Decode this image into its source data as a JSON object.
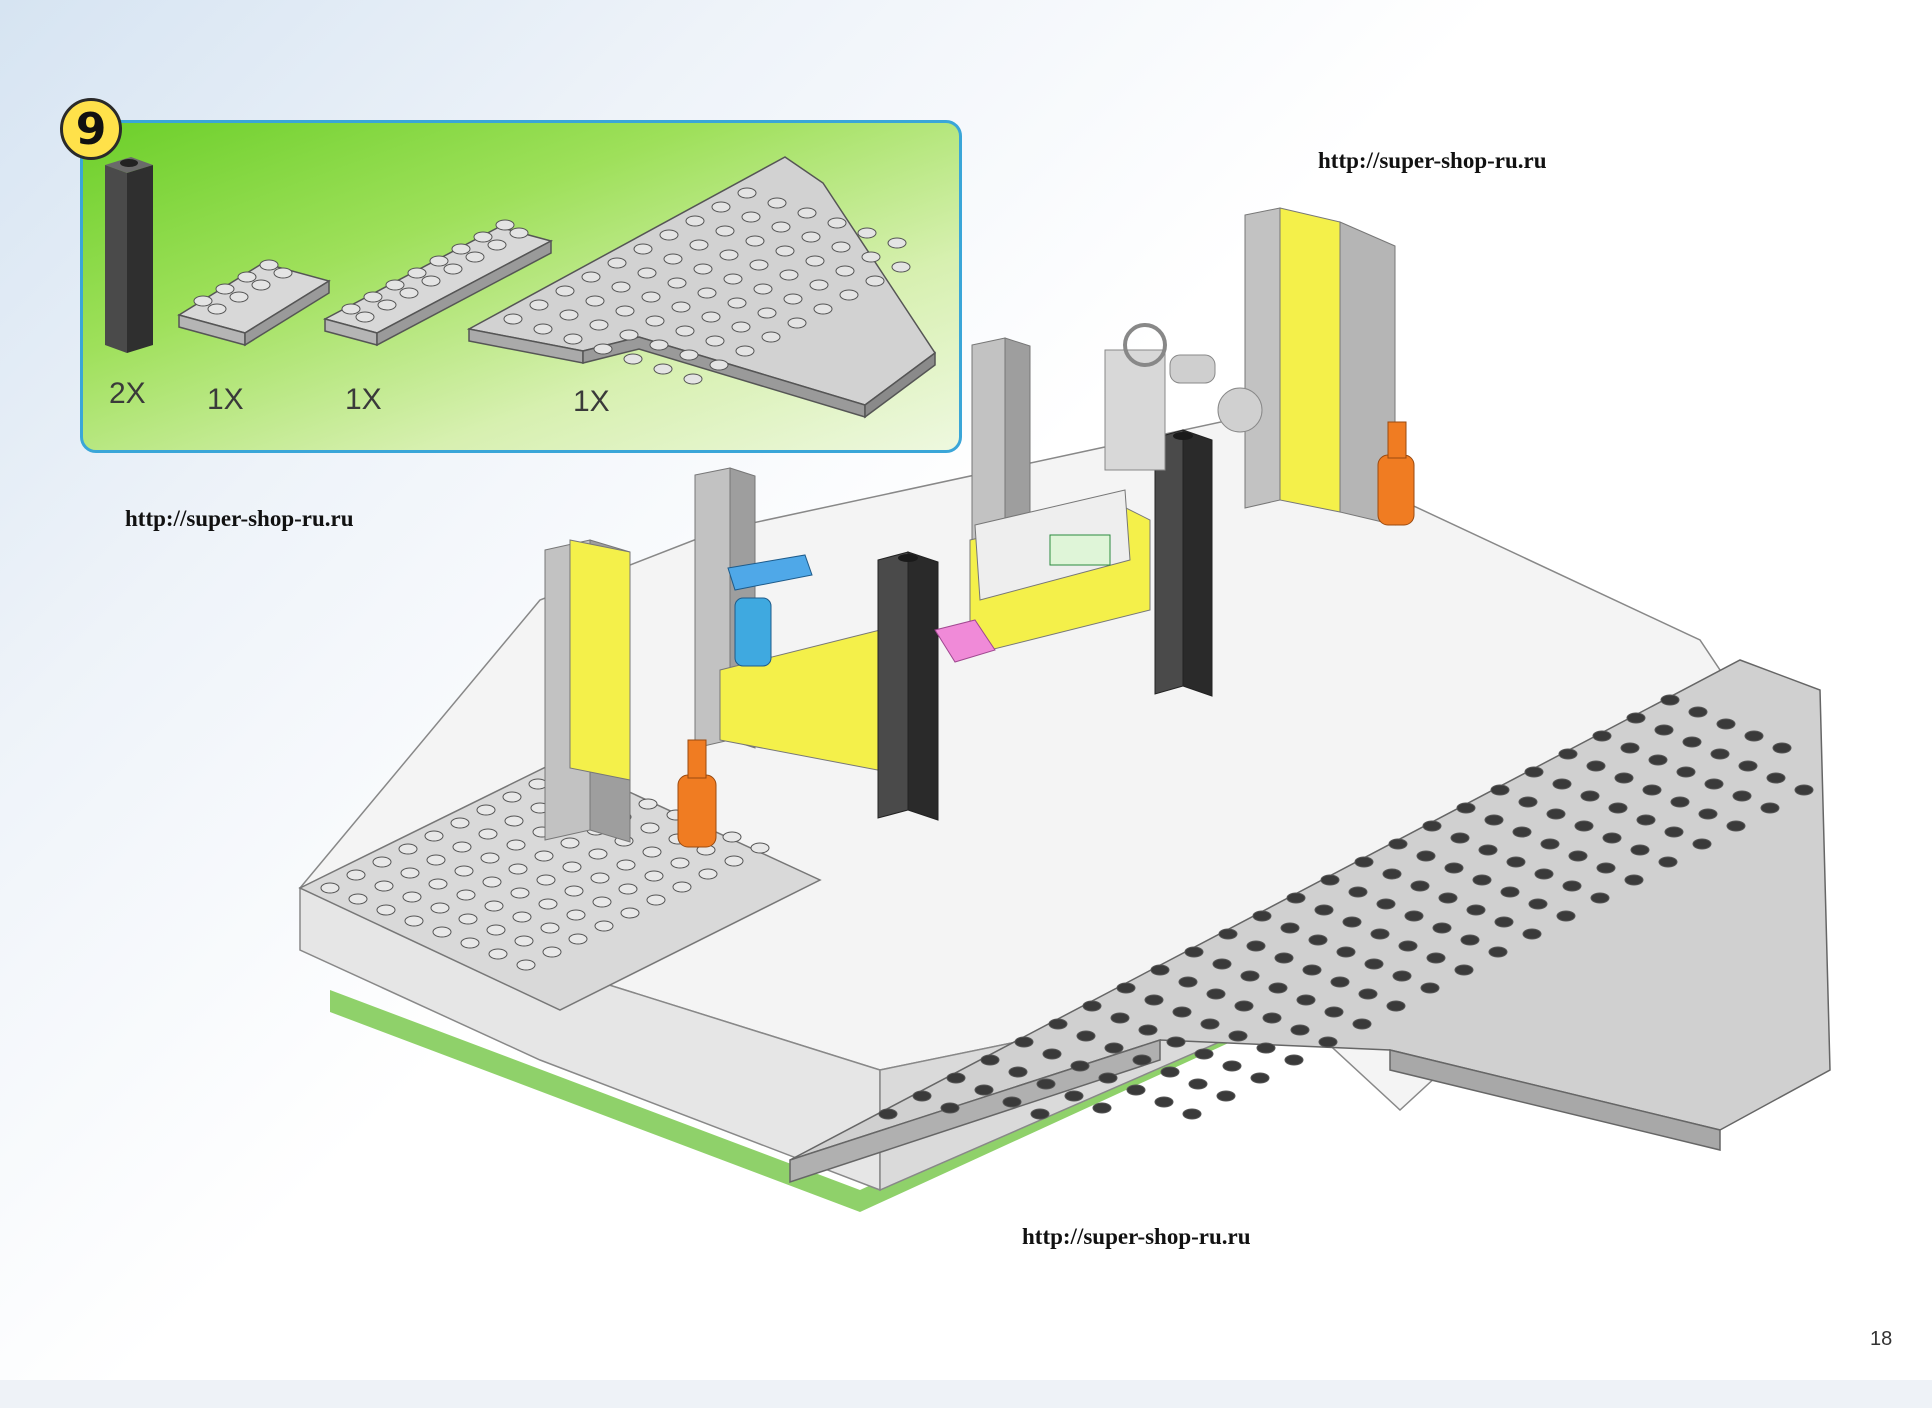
{
  "step": {
    "number": "9"
  },
  "parts": [
    {
      "quantity": "2X",
      "icon": "tall-dark-gray-brick-icon"
    },
    {
      "quantity": "1X",
      "icon": "small-gray-plate-icon"
    },
    {
      "quantity": "1X",
      "icon": "long-gray-plate-icon"
    },
    {
      "quantity": "1X",
      "icon": "wedge-wing-plate-icon"
    }
  ],
  "watermarks": {
    "top_right": "http://super-shop-ru.ru",
    "left": "http://super-shop-ru.ru",
    "bottom": "http://super-shop-ru.ru"
  },
  "page_number": "18",
  "colors": {
    "panel_green": "#7fd43a",
    "panel_border": "#3aa6d8",
    "badge_yellow": "#ffe14a",
    "plate_gray": "#c9c9c9",
    "brick_dark": "#3a3a3a",
    "brick_yellow": "#f4f04a",
    "accent_orange": "#f07c22",
    "base_green": "#8fd16a"
  }
}
